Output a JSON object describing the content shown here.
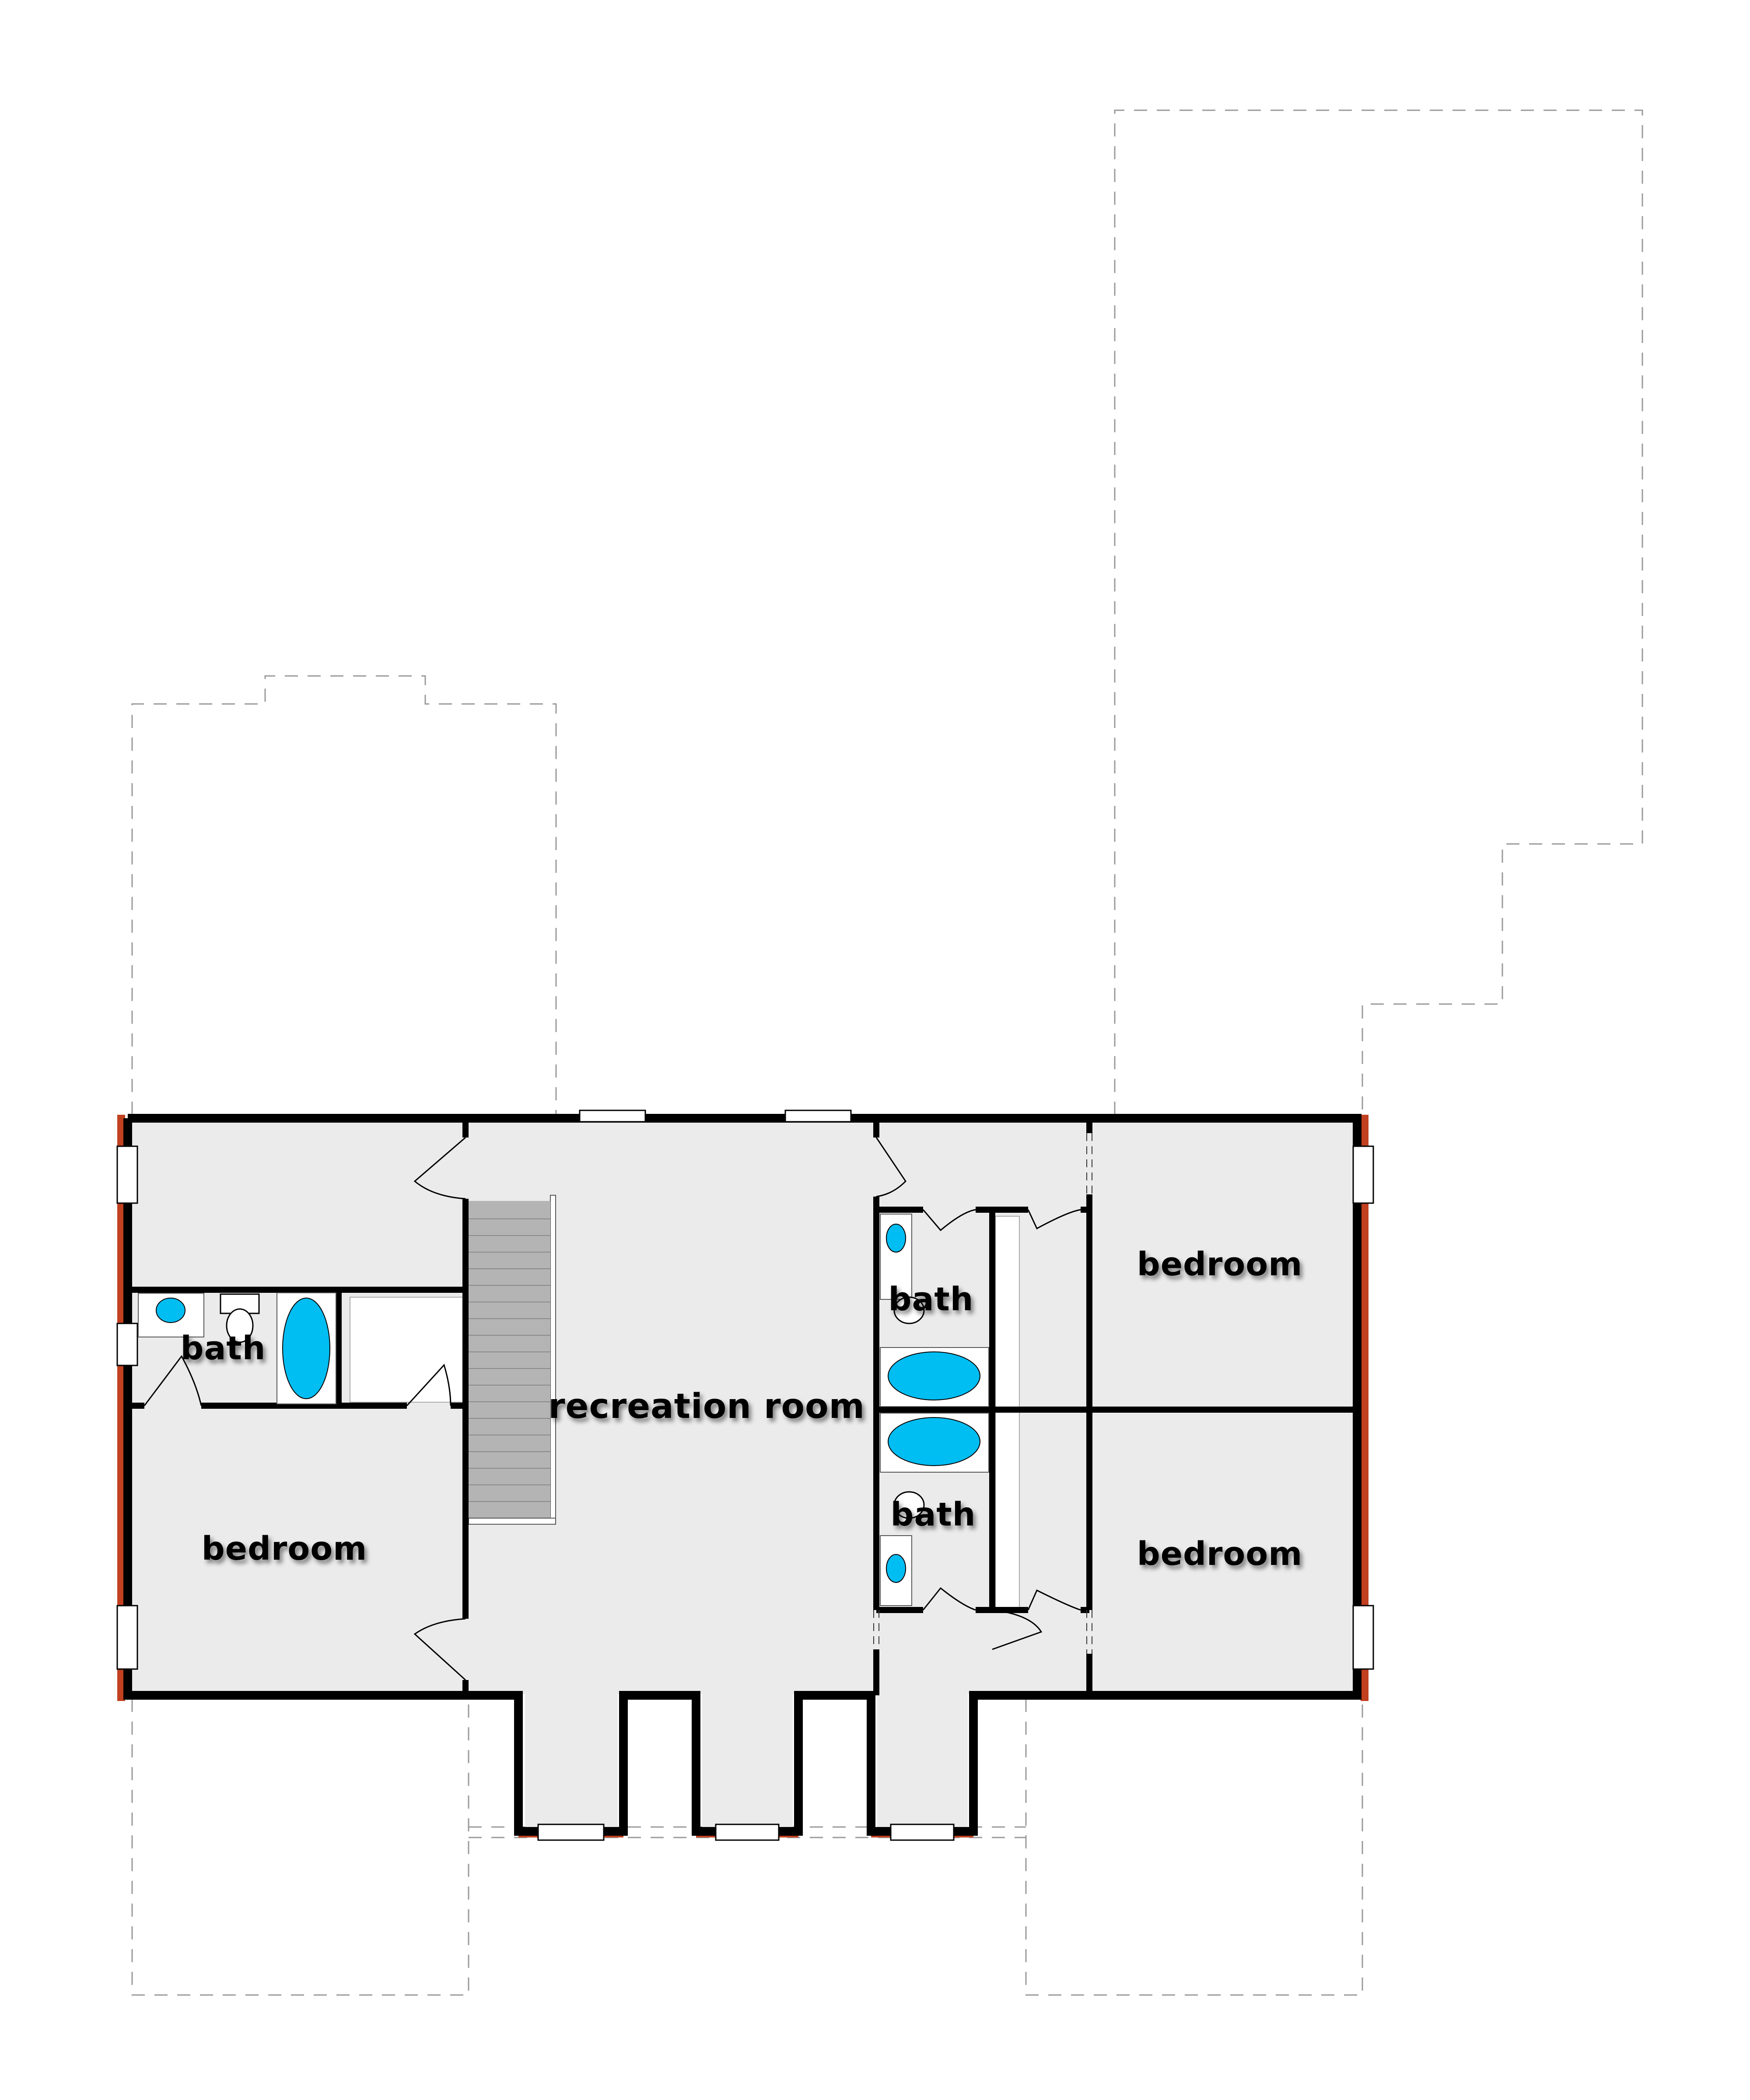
{
  "plan": {
    "type": "floor-plan",
    "level": "upper floor",
    "colors": {
      "floor": "#ebebeb",
      "wall": "#000000",
      "exterior_siding": "#c0401f",
      "fixture_water": "#00bdf2",
      "stairs": "#b4b4b4",
      "dashed_outline": "#9a9a9a"
    }
  },
  "rooms": [
    {
      "id": "rec",
      "label": "recreation room"
    },
    {
      "id": "bed_left",
      "label": "bedroom"
    },
    {
      "id": "bath_left",
      "label": "bath"
    },
    {
      "id": "bath_upper_center",
      "label": "bath"
    },
    {
      "id": "bath_lower_center",
      "label": "bath"
    },
    {
      "id": "bed_upper_right",
      "label": "bedroom"
    },
    {
      "id": "bed_lower_right",
      "label": "bedroom"
    }
  ]
}
